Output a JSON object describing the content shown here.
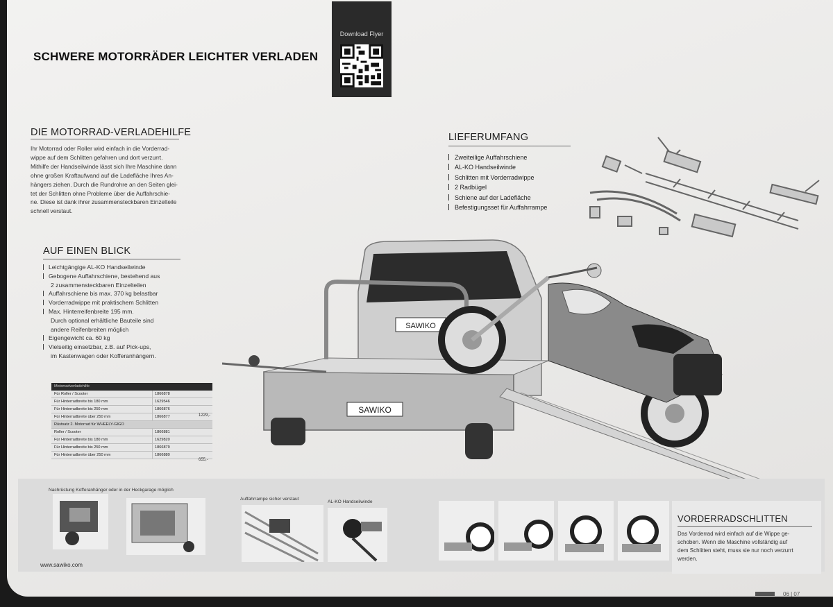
{
  "header": {
    "title": "SCHWERE MOTORRÄDER LEICHTER VERLADEN",
    "qr_label": "Download Flyer"
  },
  "verladehilfe": {
    "heading": "DIE MOTORRAD-VERLADEHILFE",
    "lines": [
      "Ihr Motorrad oder Roller wird einfach in die Vorderrad-",
      "wippe auf dem Schlitten gefahren und dort verzurrt.",
      "Mithilfe der Handseilwinde lässt sich Ihre Maschine dann",
      "ohne großen Kraftaufwand auf die Ladefläche Ihres An-",
      "hängers ziehen. Durch die Rundrohre an den Seiten glei-",
      "tet der Schlitten ohne Probleme über die Auffahrschie-",
      "ne. Diese ist dank ihrer zusammensteckbaren Einzelteile",
      "schnell verstaut."
    ]
  },
  "blick": {
    "heading": "AUF EINEN BLICK",
    "items": [
      {
        "t": "Leichtgängige AL-KO Handseilwinde",
        "b": true
      },
      {
        "t": "Gebogene Auffahrschiene, bestehend aus",
        "b": true
      },
      {
        "t": "2 zusammensteckbaren Einzelteilen",
        "b": false
      },
      {
        "t": "Auffahrschiene bis max. 370 kg belastbar",
        "b": true
      },
      {
        "t": "Vorderradwippe mit praktischem Schlitten",
        "b": true
      },
      {
        "t": "Max. Hinterreifenbreite 195 mm.",
        "b": true
      },
      {
        "t": "Durch optional erhältliche Bauteile sind",
        "b": false
      },
      {
        "t": "andere Reifenbreiten möglich",
        "b": false
      },
      {
        "t": "Eigengewicht ca. 60 kg",
        "b": true
      },
      {
        "t": "Vielseitig einsetzbar, z.B. auf Pick-ups,",
        "b": true
      },
      {
        "t": "im Kastenwagen oder Kofferanhängern.",
        "b": false
      }
    ]
  },
  "lieferumfang": {
    "heading": "LIEFERUMFANG",
    "items": [
      "Zweiteilige Auffahrschiene",
      "AL-KO Handseilwinde",
      "Schlitten mit Vorderradwippe",
      "2 Radbügel",
      "Schiene auf der Ladefläche",
      "Befestigungsset für Auffahrrampe"
    ]
  },
  "table": {
    "header1": "Motorradverladehilfe",
    "group1": [
      {
        "label": "Für Roller / Scooter",
        "nr": "1866878"
      },
      {
        "label": "Für Hinterradbreite bis 180 mm",
        "nr": "1629546"
      },
      {
        "label": "Für Hinterradbreite bis 250 mm",
        "nr": "1866876"
      },
      {
        "label": "Für Hinterradbreite über 250 mm",
        "nr": "1866877"
      }
    ],
    "price1": "1229,-",
    "header2": "Rüstsatz 2. Motorrad für WHEELY-GIGO",
    "group2": [
      {
        "label": "Roller / Scooter",
        "nr": "1866881"
      },
      {
        "label": "Für Hinterradbreite bis 180 mm",
        "nr": "1629820"
      },
      {
        "label": "Für Hinterradbreite bis 250 mm",
        "nr": "1866879"
      },
      {
        "label": "Für Hinterradbreite über 250 mm",
        "nr": "1866880"
      }
    ],
    "price2": "655,-"
  },
  "trailer": {
    "plate_car": "SAWIKO",
    "plate_trailer": "SAWIKO"
  },
  "bottom": {
    "caption1": "Nachrüstung Kofferanhänger oder in der Heckgarage möglich",
    "caption2": "Auffahrrampe sicher verstaut",
    "caption3": "AL-KO Handseilwinde",
    "vrs_heading": "VORDERRADSCHLITTEN",
    "vrs_lines": [
      "Das Vorderrad wird einfach auf die Wippe ge-",
      "schoben. Wenn die Maschine vollständig auf",
      "dem Schlitten steht, muss sie nur noch verzurrt",
      "werden."
    ]
  },
  "footer": {
    "website": "www.sawiko.com",
    "page_number": "06 | 07"
  }
}
